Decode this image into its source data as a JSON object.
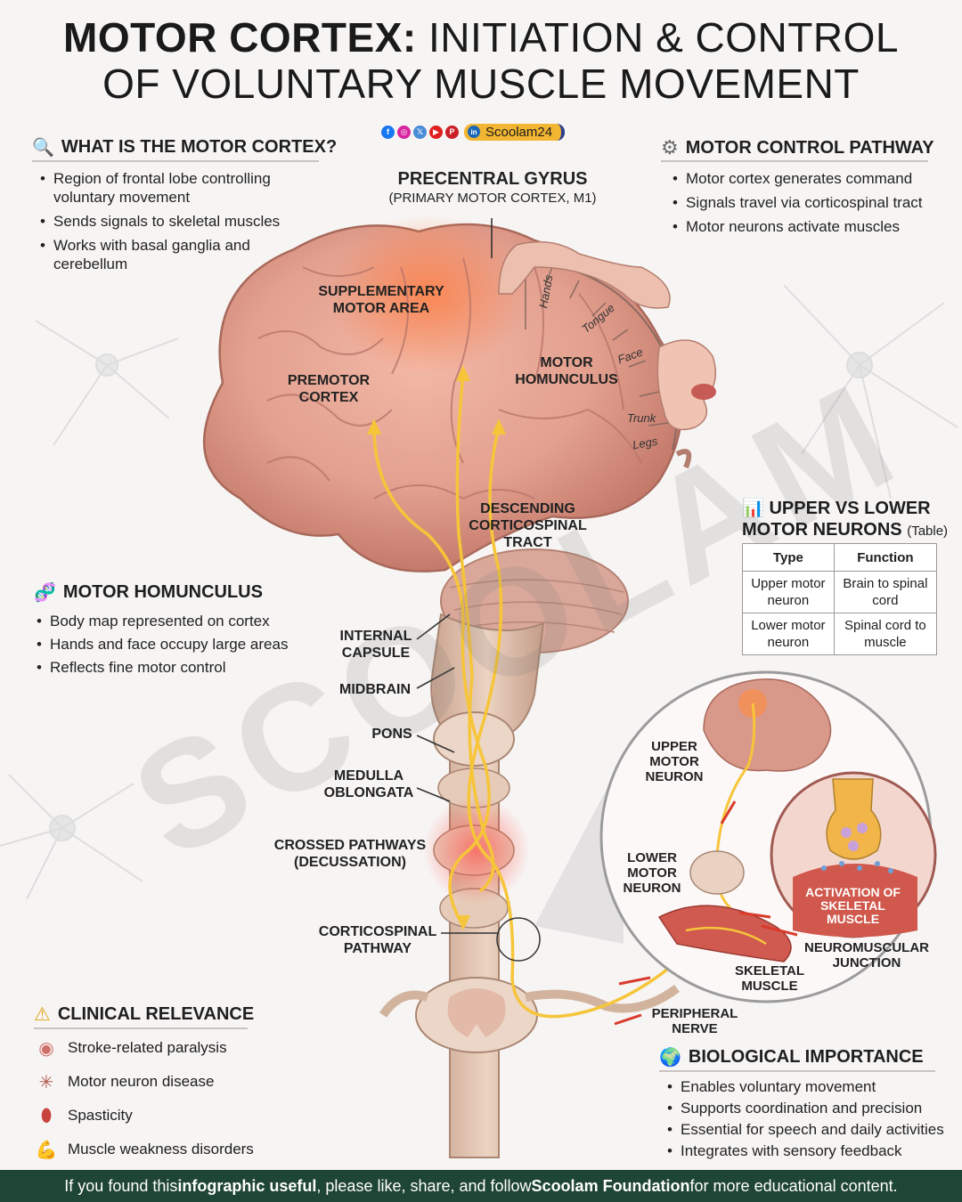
{
  "title": {
    "bold": "MOTOR CORTEX:",
    "rest_line1": "INITIATION & CONTROL",
    "line2": "OF VOLUNTARY MUSCLE MOVEMENT"
  },
  "brand": {
    "name": "Scoolam24",
    "socials": [
      "facebook-icon",
      "instagram-icon",
      "x-icon",
      "youtube-icon",
      "pinterest-icon",
      "linkedin-icon"
    ]
  },
  "what_is": {
    "heading": "WHAT IS THE MOTOR CORTEX?",
    "items": [
      "Region of frontal lobe controlling voluntary movement",
      "Sends signals to skeletal muscles",
      "Works with basal ganglia and cerebellum"
    ]
  },
  "pathway": {
    "heading": "MOTOR CONTROL PATHWAY",
    "items": [
      "Motor cortex generates command",
      "Signals travel via corticospinal tract",
      "Motor neurons activate muscles"
    ]
  },
  "homunculus_section": {
    "heading": "MOTOR HOMUNCULUS",
    "items": [
      "Body map represented on cortex",
      "Hands and face occupy large areas",
      "Reflects fine motor control"
    ]
  },
  "diagram_labels": {
    "precentral": "PRECENTRAL GYRUS",
    "precentral_sub": "(PRIMARY MOTOR CORTEX, M1)",
    "sma": "SUPPLEMENTARY MOTOR AREA",
    "premotor": "PREMOTOR CORTEX",
    "motor_homunculus": "MOTOR HOMUNCULUS",
    "descending": "DESCENDING CORTICOSPINAL TRACT",
    "internal_capsule": "INTERNAL CAPSULE",
    "midbrain": "MIDBRAIN",
    "pons": "PONS",
    "medulla": "MEDULLA OBLONGATA",
    "crossed": "CROSSED PATHWAYS",
    "crossed_sub": "(DECUSSATION)",
    "corticospinal": "CORTICOSPINAL PATHWAY",
    "peripheral": "PERIPHERAL NERVE",
    "upper_motor": "UPPER MOTOR NEURON",
    "lower_motor": "LOWER MOTOR NEURON",
    "skeletal": "SKELETAL MUSCLE",
    "nmj": "NEUROMUSCULAR JUNCTION",
    "activation": "ACTIVATION OF SKELETAL MUSCLE"
  },
  "homunculus_parts": [
    "Hands",
    "Tongue",
    "Face",
    "Trunk",
    "Legs"
  ],
  "table": {
    "heading_line1": "UPPER VS LOWER",
    "heading_line2": "MOTOR NEURONS",
    "heading_note": "(Table)",
    "columns": [
      "Type",
      "Function"
    ],
    "rows": [
      [
        "Upper motor neuron",
        "Brain to spinal cord"
      ],
      [
        "Lower motor neuron",
        "Spinal cord to muscle"
      ]
    ]
  },
  "clinical": {
    "heading": "CLINICAL RELEVANCE",
    "items": [
      "Stroke-related paralysis",
      "Motor neuron disease",
      "Spasticity",
      "Muscle weakness disorders"
    ]
  },
  "biological": {
    "heading": "BIOLOGICAL IMPORTANCE",
    "items": [
      "Enables voluntary movement",
      "Supports coordination and precision",
      "Essential for speech and daily activities",
      "Integrates with sensory feedback"
    ]
  },
  "watermark": "SCOOLAM",
  "footer": {
    "pre": "If you found this ",
    "b1": "infographic useful",
    "mid": ", please like, share, and follow ",
    "b2": "Scoolam Foundation",
    "post": " for more educational content."
  }
}
